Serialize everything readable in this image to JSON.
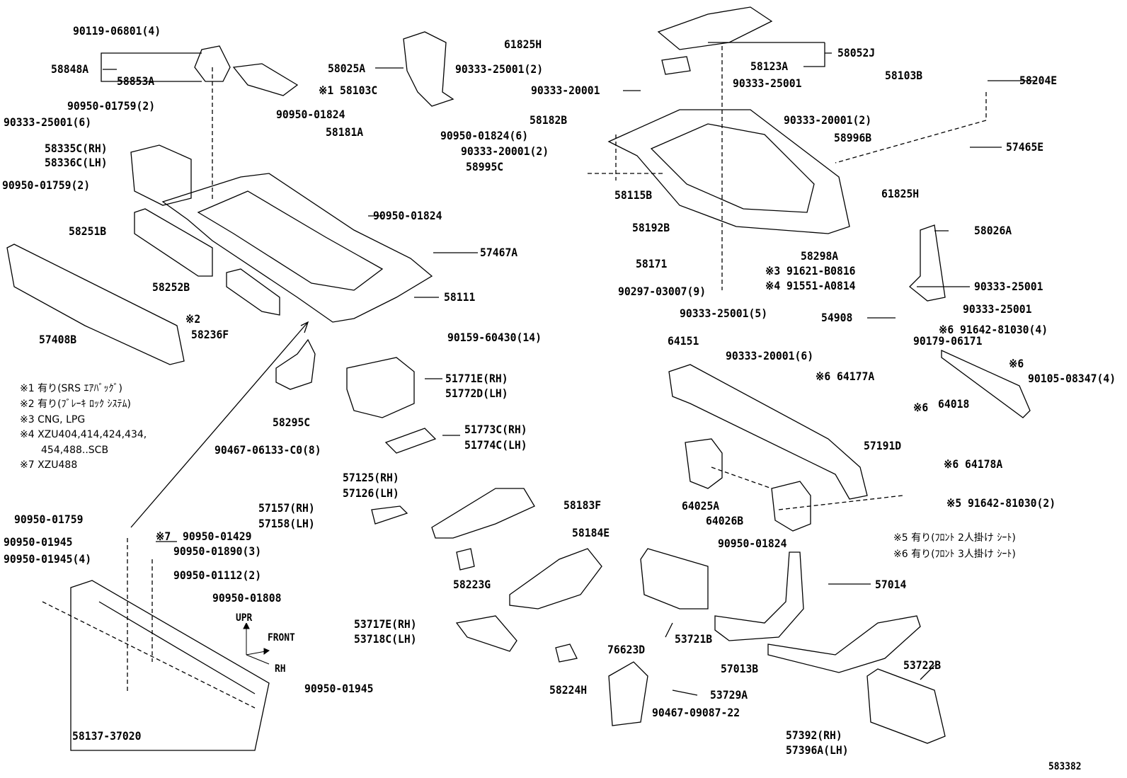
{
  "diagram_id": "583382",
  "directions": {
    "up": "UPR",
    "front": "FRONT",
    "right": "RH"
  },
  "labels": [
    "90119-06801(4)",
    "58848A",
    "58853A",
    "※1 58103C",
    "58025A",
    "61825H",
    "90333-25001(2)",
    "90950-01759(2)",
    "90950-01824",
    "90333-25001(6)",
    "58181A",
    "90950-01824(6)",
    "58335C(RH)",
    "58336C(LH)",
    "90950-01759(2)",
    "90950-01824",
    "58251B",
    "57467A",
    "58252B",
    "58111",
    "※2",
    "58236F",
    "57408B",
    "90159-60430(14)",
    "51771E(RH)",
    "51772D(LH)",
    "58295C",
    "51773C(RH)",
    "51774C(LH)",
    "90467-06133-C0(8)",
    "57125(RH)",
    "57126(LH)",
    "57157(RH)",
    "57158(LH)",
    "58183F",
    "90950-01759",
    "※7",
    "90950-01429",
    "90950-01945",
    "90950-01890(3)",
    "90950-01945(4)",
    "90950-01112(2)",
    "58184E",
    "58223G",
    "90950-01808",
    "53717E(RH)",
    "53718C(LH)",
    "90950-01945",
    "58224H",
    "58137-37020",
    "58052J",
    "58123A",
    "90333-25001",
    "58103B",
    "58204E",
    "90333-20001",
    "58182B",
    "90333-20001(2)",
    "58996B",
    "90333-20001(2)",
    "57465E",
    "58995C",
    "58115B",
    "61825H",
    "58192B",
    "58026A",
    "58298A",
    "58171",
    "※3 91621-B0816",
    "※4 91551-A0814",
    "90333-25001",
    "90297-03007(9)",
    "90333-25001",
    "90333-25001(5)",
    "54908",
    "※6 91642-81030(4)",
    "64151",
    "90179-06171",
    "90333-20001(6)",
    "※6",
    "90105-08347(4)",
    "※6 64177A",
    "※6",
    "64018",
    "57191D",
    "※6 64178A",
    "64025A",
    "※5 91642-81030(2)",
    "64026B",
    "90950-01824",
    "57014",
    "53721B",
    "57013B",
    "76623D",
    "53722B",
    "53729A",
    "90467-09087-22",
    "57392(RH)",
    "57396A(LH)"
  ],
  "notes": [
    "※1 有り(SRS ｴｱﾊﾞｯｸﾞ)",
    "※2 有り(ﾌﾞﾚｰｷ ﾛｯｸ ｼｽﾃﾑ)",
    "※3 CNG, LPG",
    "※4 XZU404,414,424,434,",
    "454,488..SCB",
    "※7 XZU488",
    "※5 有り(ﾌﾛﾝﾄ 2人掛け ｼｰﾄ)",
    "※6 有り(ﾌﾛﾝﾄ 3人掛け ｼｰﾄ)"
  ]
}
